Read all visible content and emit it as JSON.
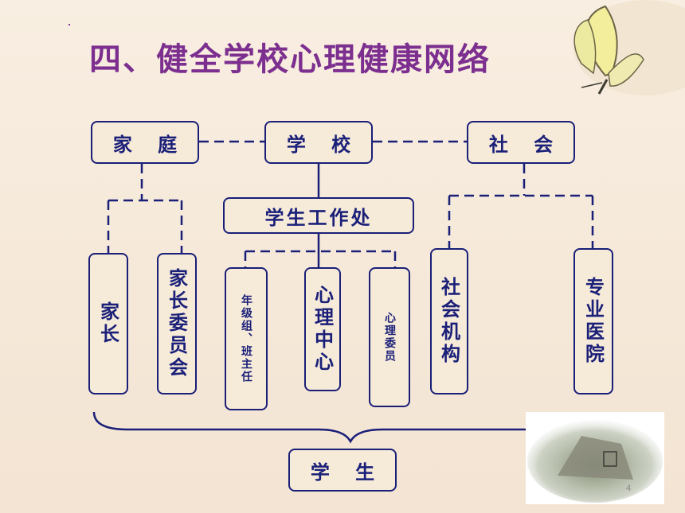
{
  "title": "四、健全学校心理健康网络",
  "page_number": "4",
  "colors": {
    "title": "#7c2f8f",
    "line": "#1a1f78",
    "box_bg": "#f6ead9"
  },
  "top_nodes": {
    "family": "家 庭",
    "school": "学 校",
    "society": "社 会"
  },
  "office": "学生工作处",
  "family_children": [
    "家长",
    "家长委员会"
  ],
  "school_children": [
    "年级组、班主任",
    "心理中心",
    "心理委员"
  ],
  "society_children": [
    "社会机构",
    "专业医院"
  ],
  "student": "学 生",
  "icons": [
    "butterfly-icon",
    "stone-tablet-photo"
  ]
}
